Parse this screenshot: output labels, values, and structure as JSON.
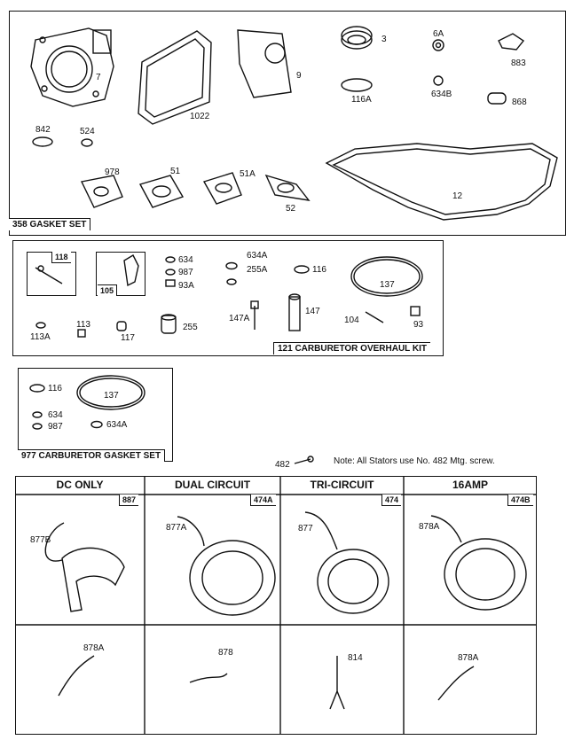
{
  "gasket_set": {
    "title": "358  GASKET SET",
    "parts": {
      "p7": "7",
      "p1022": "1022",
      "p9": "9",
      "p3": "3",
      "p6A": "6A",
      "p883": "883",
      "p116A": "116A",
      "p634B": "634B",
      "p868": "868",
      "p842": "842",
      "p524": "524",
      "p978": "978",
      "p51": "51",
      "p51A": "51A",
      "p52": "52",
      "p12": "12"
    }
  },
  "carb_overhaul": {
    "title": "121  CARBURETOR OVERHAUL KIT",
    "parts": {
      "p118": "118",
      "p105": "105",
      "p634": "634",
      "p987": "987",
      "p93A": "93A",
      "p634A": "634A",
      "p255A": "255A",
      "p116": "116",
      "p137": "137",
      "p113A": "113A",
      "p113": "113",
      "p117": "117",
      "p255": "255",
      "p147A": "147A",
      "p147": "147",
      "p104": "104",
      "p93": "93"
    }
  },
  "carb_gasket": {
    "title": "977  CARBURETOR GASKET SET",
    "parts": {
      "p116": "116",
      "p137": "137",
      "p634": "634",
      "p987": "987",
      "p634A": "634A"
    }
  },
  "note": {
    "part": "482",
    "text": "Note: All Stators use No. 482 Mtg. screw."
  },
  "stators": {
    "columns": [
      {
        "heading": "DC ONLY",
        "part_box": "887",
        "stator": "877B",
        "lead": "878A"
      },
      {
        "heading": "DUAL CIRCUIT",
        "part_box": "474A",
        "stator": "877A",
        "lead": "878"
      },
      {
        "heading": "TRI-CIRCUIT",
        "part_box": "474",
        "stator": "877",
        "lead": "814"
      },
      {
        "heading": "16AMP",
        "part_box": "474B",
        "stator": "878A",
        "lead": "878A"
      }
    ]
  }
}
